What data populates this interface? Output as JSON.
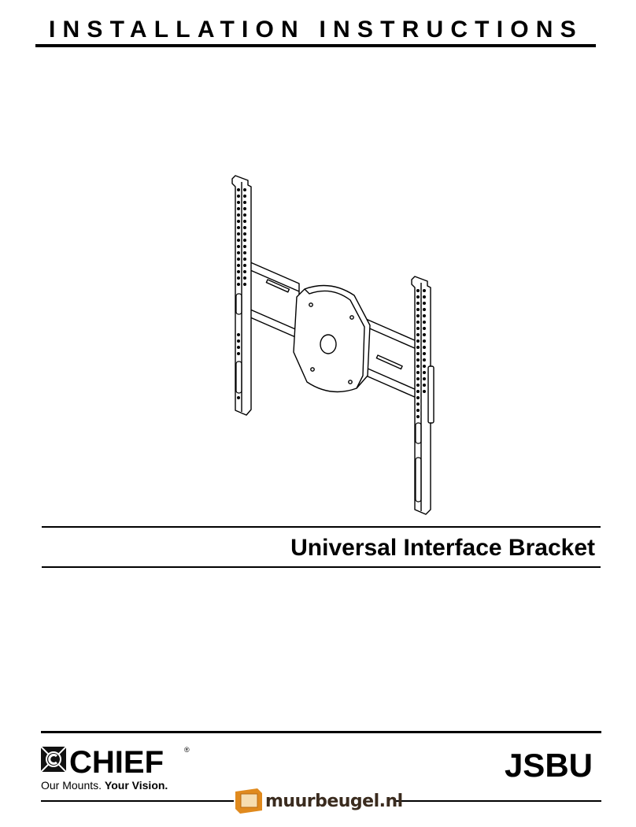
{
  "header": {
    "title": "INSTALLATION INSTRUCTIONS"
  },
  "product": {
    "name": "Universal Interface Bracket",
    "model": "JSBU"
  },
  "brand": {
    "wordmark": "CHIEF",
    "registered": "®",
    "tagline_regular": "Our Mounts. ",
    "tagline_bold": "Your Vision."
  },
  "watermark": {
    "text": "muurbeugel.nl",
    "icon": "wall-mount-bracket-icon",
    "color": "#e08a1e"
  }
}
